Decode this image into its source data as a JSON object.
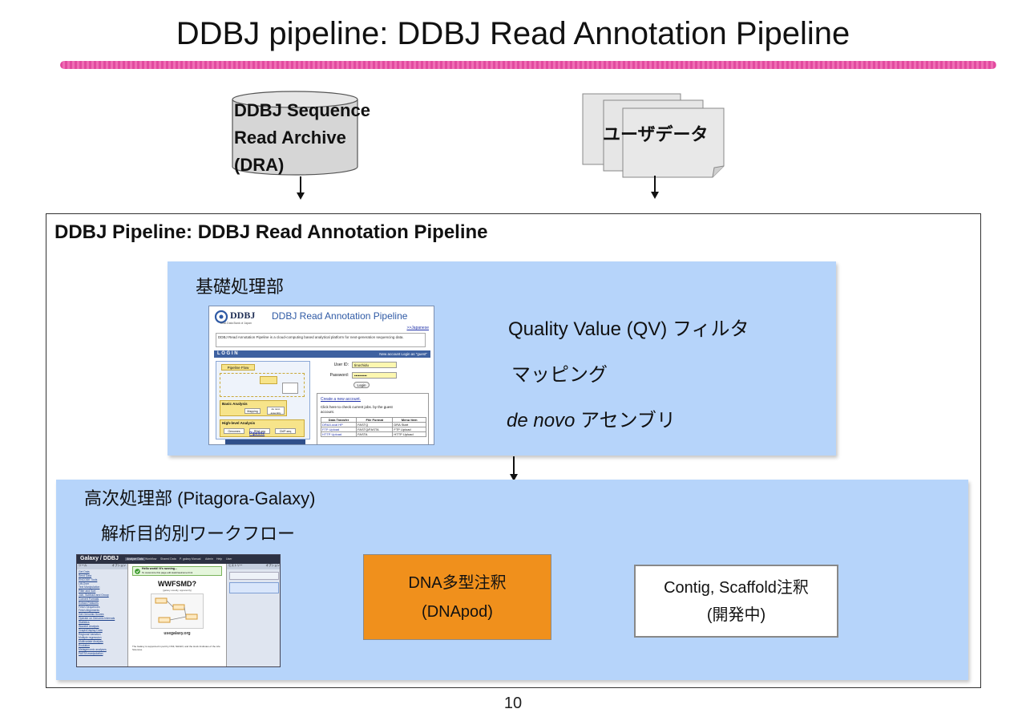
{
  "slide": {
    "title": "DDBJ pipeline: DDBJ Read Annotation Pipeline",
    "page_number": "10"
  },
  "sources": {
    "dra_line1": "DDBJ Sequence",
    "dra_line2": "Read Archive",
    "dra_line3": "(DRA)",
    "user_data": "ユーザデータ"
  },
  "pipeline": {
    "title": "DDBJ Pipeline: DDBJ Read Annotation Pipeline",
    "basic": {
      "title": "基礎処理部",
      "features": [
        "Quality Value (QV) フィルタ",
        "マッピング"
      ],
      "assembly_italic": "de novo",
      "assembly_rest": " アセンブリ"
    },
    "advanced": {
      "title": "高次処理部 (Pitagora-Galaxy)",
      "subtitle": "解析目的別ワークフロー",
      "dnapod_line1": "DNA多型注釈",
      "dnapod_line2": "(DNApod)",
      "contig_line1": "Contig, Scaffold注釈",
      "contig_line2": "(開発中)"
    }
  },
  "screenshot_login": {
    "logo": "DDBJ",
    "logo_sub": "DNA Data Bank of Japan",
    "heading": "DDBJ Read Annotation Pipeline",
    "lang_link": ">>Japanese",
    "intro": "DDBJ Read Annotation Pipeline is a cloud-computing based analytical platform for next-generation sequencing data.",
    "login_bar": "L O G I N",
    "login_bar_right": "New account   Login as \"guest\"",
    "flow_title": "Pipeline Flow",
    "basic_label": "Basic Analysis",
    "high_label": "High-level Analysis",
    "mapping": "Mapping",
    "assembly": "de novo assembly",
    "genomes": "Genomes",
    "rnaseq": "RNA-seq",
    "chipseq": "ChIP-seq",
    "pipeline_link": "Pipeline",
    "userid_label": "User ID:",
    "userid_value": "tinochidu",
    "password_label": "Password:",
    "password_value": "••••••••••",
    "login_button": "Login",
    "create_account": "Create a new account.",
    "check_jobs": "Click here to check current jobs. by the guest account.",
    "table_headers": [
      "Data Transfer",
      "File Format",
      "Menu Item"
    ],
    "table_rows": [
      [
        "DRA/Local HP",
        "FASTQ",
        "DRA Start"
      ],
      [
        "FTP Upload",
        "FASTQ/FASTA",
        "FTP Upload"
      ],
      [
        "HTTP Upload",
        "FASTA",
        "HTTP Upload"
      ]
    ]
  },
  "screenshot_galaxy": {
    "brand": "Galaxy / DDBJ",
    "menu": [
      "Analyze Data",
      "Workflow",
      "Shared Data",
      "P. galaxy Manual",
      "Admin",
      "Help",
      "User"
    ],
    "tools_header": "ツール",
    "options_label": "オプション",
    "tools": [
      "Get Data",
      "Send Data",
      "ENCODE Tools",
      "Lift-Over",
      "Text Manipulation",
      "Filter and Sort",
      "Join, Subtract and Group",
      "Convert Formats",
      "Extract Features",
      "Fetch Sequences",
      "Fetch Alignments",
      "Get Genomic Scores",
      "Operate on Genomic Intervals",
      "Statistics",
      "Wavelet Analysis",
      "Graph/Display Data",
      "Regional Variation",
      "Multiple regression",
      "Multivariate Analysis",
      "Evolution",
      "Metagenomic analyses",
      "FASTA manipulation"
    ],
    "history_header": "ヒストリー",
    "notice": "Hello world! It's running...",
    "notice_sub": "To customize this page edit static/welcome.html",
    "center_title": "WWFSMD?",
    "center_sub": "(galaxy usually, apparently)",
    "center_url": "usegalaxy.org",
    "footer": "The Galaxy is supported in part by NSF, NHGRI, and the Huck Institutes of the Life Sciences."
  },
  "colors": {
    "panel_blue": "#b6d4fa",
    "dnapod_orange": "#f0901c",
    "title_rule_pink": "#e0409a",
    "login_bar_blue": "#3e61a0",
    "galaxy_dark": "#2c3143"
  }
}
